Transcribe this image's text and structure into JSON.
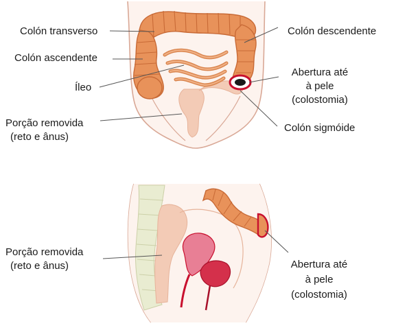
{
  "top": {
    "labels": {
      "colon_transverso": "Colón transverso",
      "colon_ascendente": "Colón ascendente",
      "ileo": "Íleo",
      "porcao_removida": "Porção removida",
      "porcao_removida_sub": "(reto e ânus)",
      "colon_descendente": "Colón descendente",
      "abertura_1": "Abertura até",
      "abertura_2": "à pele",
      "abertura_3": "(colostomia)",
      "colon_sigmoide": "Colón sigmóide"
    }
  },
  "bottom": {
    "labels": {
      "porcao_removida": "Porção removida",
      "porcao_removida_sub": "(reto e ânus)",
      "abertura_1": "Abertura até",
      "abertura_2": "à pele",
      "abertura_3": "(colostomia)"
    }
  },
  "colors": {
    "colon": "#e8925a",
    "colon_dark": "#c86a36",
    "skin": "#f9dccc",
    "outline": "#d9a896",
    "removed": "#f3cbb6",
    "stoma": "#c8102e",
    "uterus": "#e87f95",
    "bladder": "#d4304b",
    "spine": "#e9ecd1",
    "leader": "#555555"
  }
}
